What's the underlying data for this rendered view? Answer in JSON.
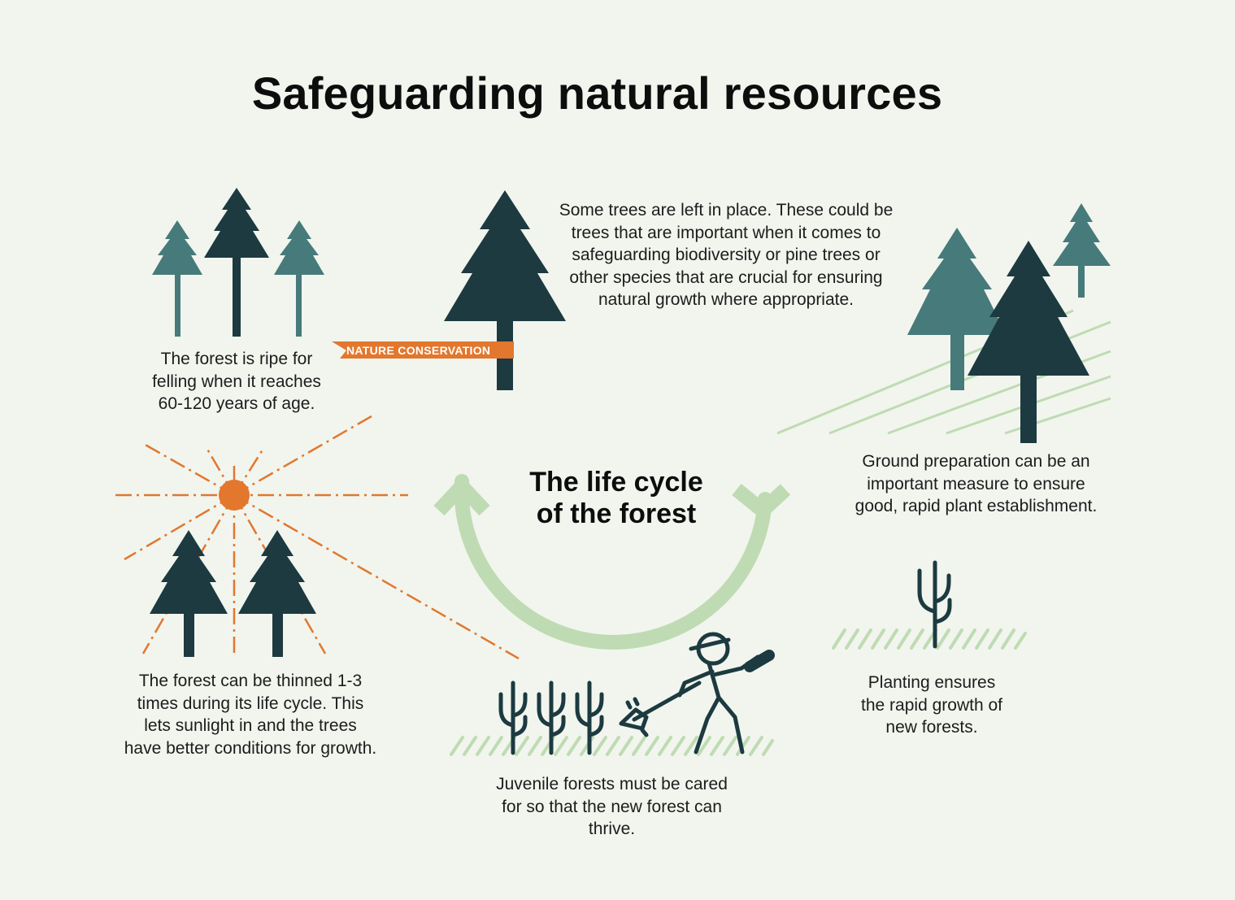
{
  "title": "Safeguarding natural resources",
  "center": "The life cycle\nof the forest",
  "tag": "NATURE CONSERVATION",
  "colors": {
    "background": "#f1f5ee",
    "dark_tree": "#1c3a40",
    "teal_tree": "#477a7a",
    "cycle_ring": "#bfdbb3",
    "accent_orange": "#e2772d",
    "ground_lines": "#bfdbb3"
  },
  "captions": {
    "felling": "The forest is ripe for\nfelling when it reaches\n60-120 years of age.",
    "conservation": "Some trees are left in place. These could be\ntrees that are important when it comes to\nsafeguarding biodiversity or pine trees or\nother species that are crucial for ensuring\nnatural growth where appropriate.",
    "ground": "Ground preparation can be an\nimportant measure to ensure\ngood, rapid plant establishment.",
    "planting": "Planting ensures\nthe rapid growth of\nnew forests.",
    "juvenile": "Juvenile forests must be cared\nfor so that the new forest can\nthrive.",
    "thinning": "The forest can be thinned 1-3\ntimes during its life cycle. This\nlets sunlight in and the trees\nhave better conditions for growth."
  },
  "icons": [
    "pine-tree-icon",
    "sun-icon",
    "sapling-icon",
    "forester-with-brush-cutter-icon",
    "cycle-arrow-icon"
  ]
}
